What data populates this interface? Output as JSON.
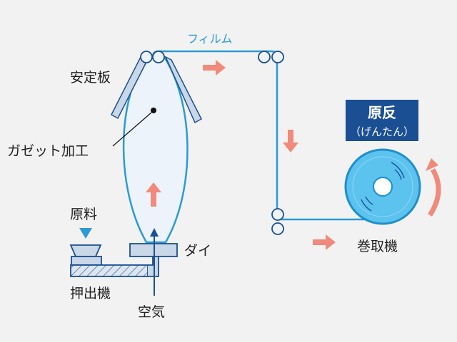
{
  "labels": {
    "film": "フィルム",
    "stabilizer": "安定板",
    "gusset": "ガゼット加工",
    "raw_material": "原料",
    "die": "ダイ",
    "extruder": "押出機",
    "air": "空気",
    "winder": "巻取機",
    "roll_title": "原反",
    "roll_reading": "（げんたん）"
  },
  "colors": {
    "line": "#2a9bd6",
    "arrow": "#f08a7a",
    "box": "#1a4f93",
    "roll": "#5cc3ef",
    "bubble": "#edf3fa",
    "equipment": "#c9d7e6"
  }
}
